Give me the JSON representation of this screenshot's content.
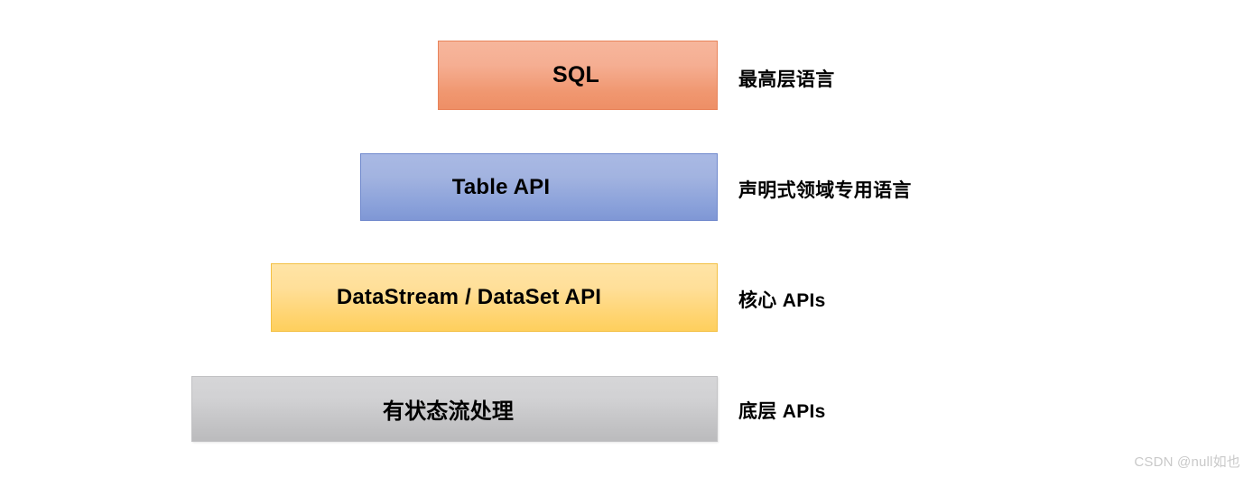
{
  "diagram": {
    "type": "layered-abstraction-stack",
    "background_color": "#ffffff",
    "layers": [
      {
        "id": "sql",
        "box_label": "SQL",
        "caption": "最高层语言",
        "fill_top": "#f6b69c",
        "fill_bottom": "#ee8f66",
        "border_color": "#e8835a"
      },
      {
        "id": "table-api",
        "box_label": "Table API",
        "caption": "声明式领域专用语言",
        "fill_top": "#a9b9e4",
        "fill_bottom": "#7f97d5",
        "border_color": "#6f88cc"
      },
      {
        "id": "datastream-dataset-api",
        "box_label": "DataStream / DataSet API",
        "caption": "核心 APIs",
        "fill_top": "#ffe4a6",
        "fill_bottom": "#fecf5d",
        "border_color": "#f3c043"
      },
      {
        "id": "stateful-stream-processing",
        "box_label": "有状态流处理",
        "caption": "底层 APIs",
        "fill_top": "#d6d6d8",
        "fill_bottom": "#bbbbbd",
        "border_color": "#c2c2c4"
      }
    ]
  },
  "watermark": {
    "text": "CSDN @null如也",
    "color": "#c9c9c9"
  }
}
